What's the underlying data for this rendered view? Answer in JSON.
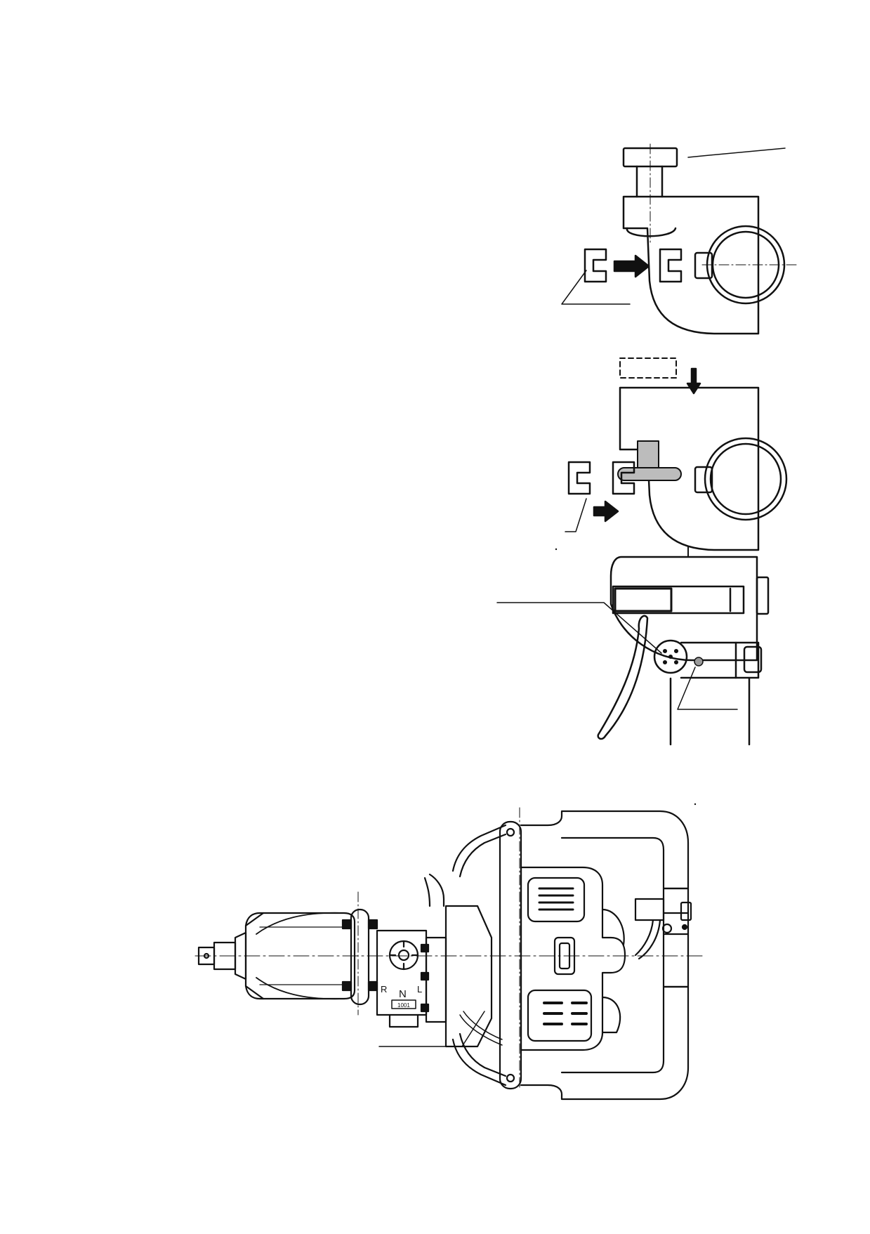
{
  "figures": {
    "top_view": {
      "selector_letters": {
        "reverse": "R",
        "neutral": "N",
        "forward": "L"
      },
      "plate_label": "1001"
    }
  }
}
